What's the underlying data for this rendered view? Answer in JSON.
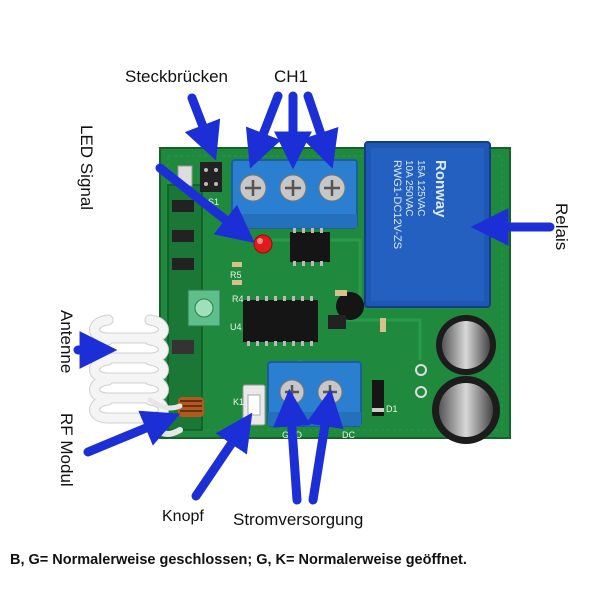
{
  "labels": {
    "steckbruecken": "Steckbrücken",
    "ch1": "CH1",
    "led_signal": "LED Signal",
    "relais": "Relais",
    "antenne": "Antenne",
    "rf_modul": "RF Modul",
    "knopf": "Knopf",
    "stromversorgung": "Stromversorgung"
  },
  "board_text": {
    "relay_brand": "Ronway",
    "relay_model": "RWG1-DC12V-ZS",
    "relay_rating_1": "10A 250VAC",
    "relay_rating_2": "15A 125VAC",
    "silk_s1": "S1",
    "silk_r5": "R5",
    "silk_r4": "R4",
    "silk_u4": "U4",
    "silk_k1": "K1",
    "silk_gnd": "GND",
    "silk_dc": "DC",
    "silk_d1": "D1"
  },
  "caption": "B, G= Normalerweise geschlossen; G, K= Normalerweise geöffnet.",
  "colors": {
    "pcb": "#1f8a3e",
    "terminal": "#2b7fd0",
    "relay": "#1f57b4",
    "arrow": "#1c2fd6",
    "led": "#e01b1b"
  }
}
